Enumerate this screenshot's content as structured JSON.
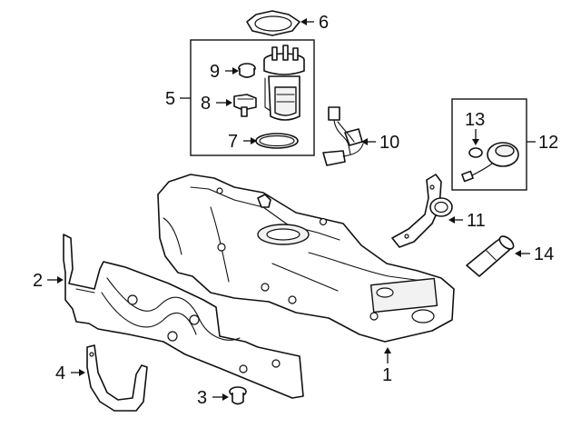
{
  "callouts": {
    "c1": "1",
    "c2": "2",
    "c3": "3",
    "c4": "4",
    "c5": "5",
    "c6": "6",
    "c7": "7",
    "c8": "8",
    "c9": "9",
    "c10": "10",
    "c11": "11",
    "c12": "12",
    "c13": "13",
    "c14": "14"
  },
  "parts": {
    "p1": "fuel-tank",
    "p2": "heat-shield",
    "p3": "push-pin-clip",
    "p4": "tank-strap",
    "p5": "fuel-pump-module",
    "p6": "lock-ring",
    "p7": "o-ring-seal",
    "p8": "pressure-sensor",
    "p9": "check-valve-cap",
    "p10": "wiring-harness",
    "p11": "filler-neck-bracket",
    "p12": "fuel-cap-kit",
    "p13": "cap-seal",
    "p14": "filler-hose"
  },
  "colors": {
    "line": "#111111",
    "background": "#ffffff",
    "shade": "#f2f2f2"
  }
}
